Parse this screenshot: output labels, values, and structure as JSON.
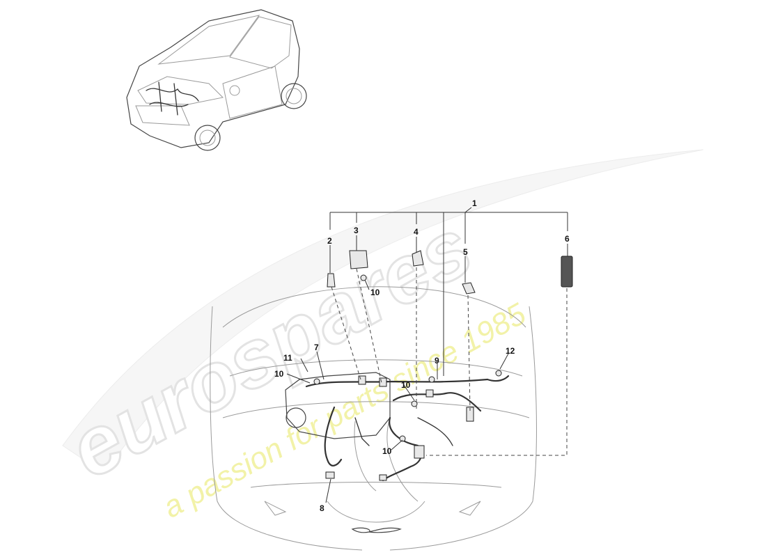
{
  "watermark": {
    "brand": "eurospares",
    "tagline": "a passion for parts since 1985"
  },
  "callouts": {
    "c1": "1",
    "c2": "2",
    "c3": "3",
    "c4": "4",
    "c5": "5",
    "c6": "6",
    "c7": "7",
    "c8": "8",
    "c9": "9",
    "c10a": "10",
    "c10b": "10",
    "c10c": "10",
    "c10d": "10",
    "c11": "11",
    "c12": "12"
  },
  "colors": {
    "background": "#ffffff",
    "line": "#333333",
    "watermark_text": "#f2f2a8"
  }
}
